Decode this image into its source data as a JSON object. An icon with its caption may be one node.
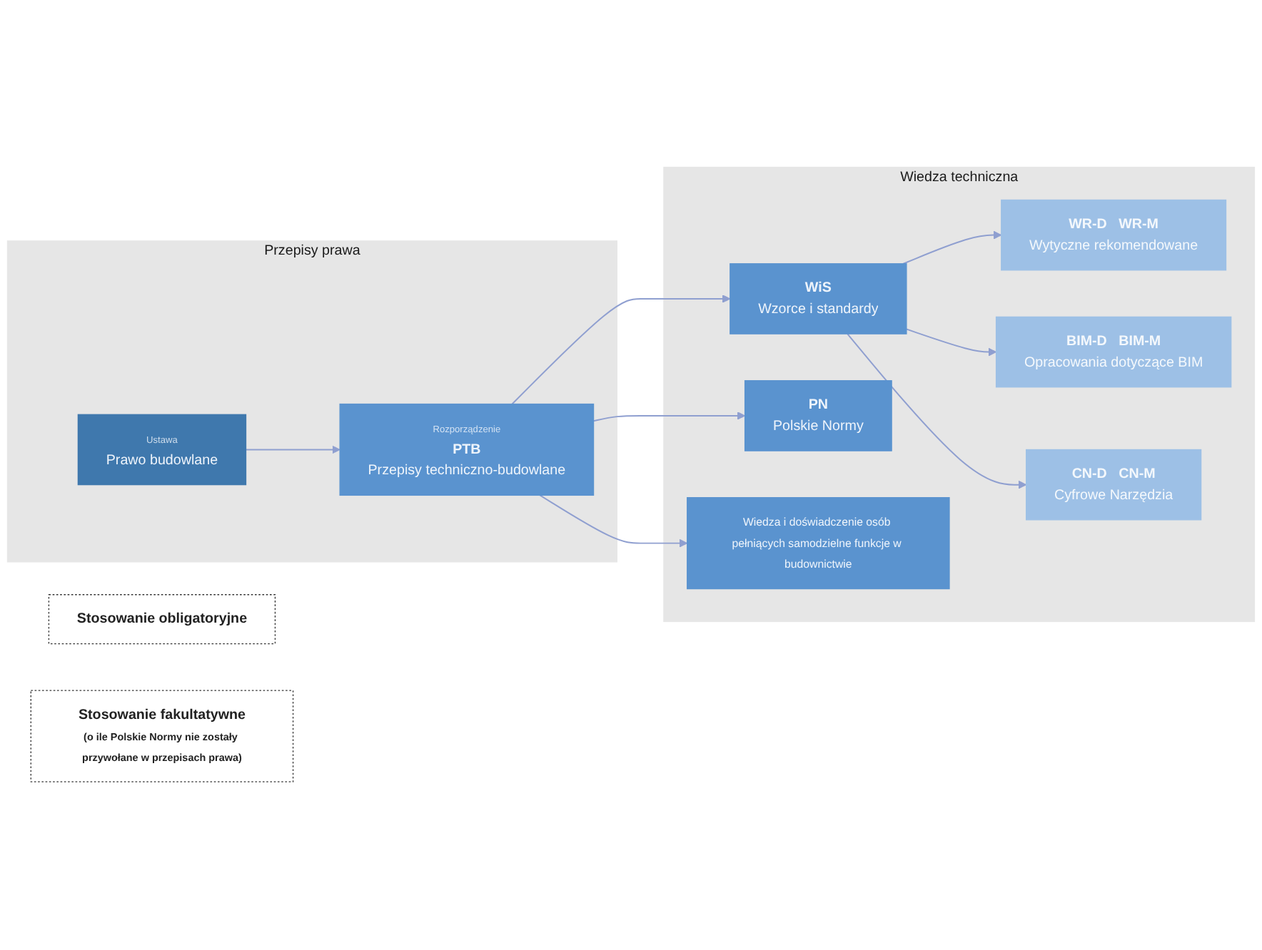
{
  "diagram": {
    "nodes": [
      {
        "text": [
          "Przepisy prawa"
        ]
      },
      {
        "text": [
          "Ustawa",
          "Prawo budowlane"
        ],
        "in": 0
      },
      {
        "text": [
          "Rozporządzenie",
          "PTB",
          "Przepisy techniczno-budowlane"
        ],
        "in": 0
      },
      {
        "text": [
          "Wiedza techniczna"
        ]
      },
      {
        "text": [
          "WiS",
          "Wzorce i standardy"
        ],
        "in": 3
      },
      {
        "text": [
          "PN",
          "Polskie Normy"
        ],
        "in": 3
      },
      {
        "text": [
          "Wiedza i doświadczenie osób pełniących samodzielne funkcje w budownictwie"
        ],
        "in": 3
      },
      {
        "text": [
          "WR-D",
          "WR-M",
          "Wytyczne rekomendowane"
        ],
        "in": 3
      },
      {
        "text": [
          "BIM-D",
          "BIM-M",
          "Opracowania dotyczące BIM"
        ],
        "in": 3
      },
      {
        "text": [
          "CN-D",
          "CN-M",
          "Cyfrowe Narzędzia"
        ],
        "in": 3
      },
      {
        "text": [
          "Stosowanie obligatoryjne"
        ]
      },
      {
        "text": [
          "Stosowanie fakultatywne",
          "(o ile Polskie Normy nie zostały przywołane w przepisach prawa)"
        ]
      }
    ],
    "edges": [
      {
        "from": 1,
        "to": 2,
        "arrow": "to"
      },
      {
        "from": 2,
        "to": 4,
        "arrow": "to"
      },
      {
        "from": 2,
        "to": 5,
        "arrow": "to"
      },
      {
        "from": 2,
        "to": 6,
        "arrow": "to"
      },
      {
        "from": 4,
        "to": 7,
        "arrow": "to"
      },
      {
        "from": 4,
        "to": 8,
        "arrow": "to"
      },
      {
        "from": 4,
        "to": 9,
        "arrow": "to"
      }
    ]
  }
}
